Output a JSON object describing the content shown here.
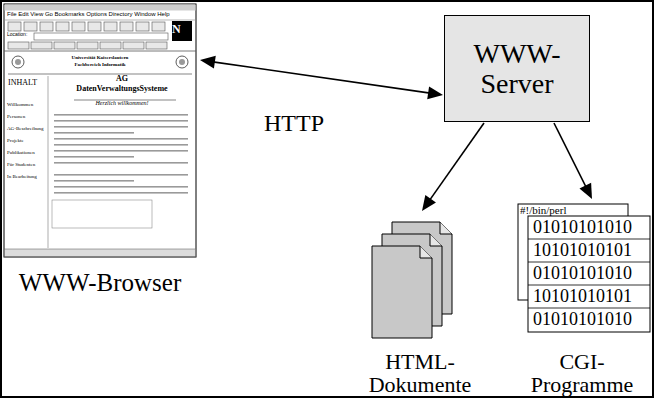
{
  "diagram": {
    "nodes": [
      {
        "text": [
          "WWW-Browser"
        ]
      },
      {
        "text": [
          "WWW- Server"
        ]
      },
      {
        "text": [
          "HTML- Dokumente"
        ]
      },
      {
        "text": [
          "CGI- Programme"
        ]
      }
    ],
    "edges": [
      {
        "from": 0,
        "to": 1,
        "arrow": "both",
        "label": "HTTP"
      },
      {
        "from": 1,
        "to": 2,
        "arrow": "to"
      },
      {
        "from": 1,
        "to": 3,
        "arrow": "to"
      }
    ],
    "labels": [
      "File Edit View Go Bookmarks Options Directory Window Help",
      "Location:",
      "N",
      "Universität Kaiserslautern",
      "Fachbereich Informatik",
      "INHALT",
      "AG",
      "DatenVerwaltungsSysteme",
      "Herzlich willkommen!",
      "Willkommen",
      "Personen",
      "AG-Beschreibung",
      "Projekte",
      "Publikationen",
      "Für Studenten",
      "In Bearbeitung",
      "#!/bin/perl",
      "01010101010",
      "10101010101",
      "01010101010",
      "10101010101",
      "01010101010"
    ]
  }
}
